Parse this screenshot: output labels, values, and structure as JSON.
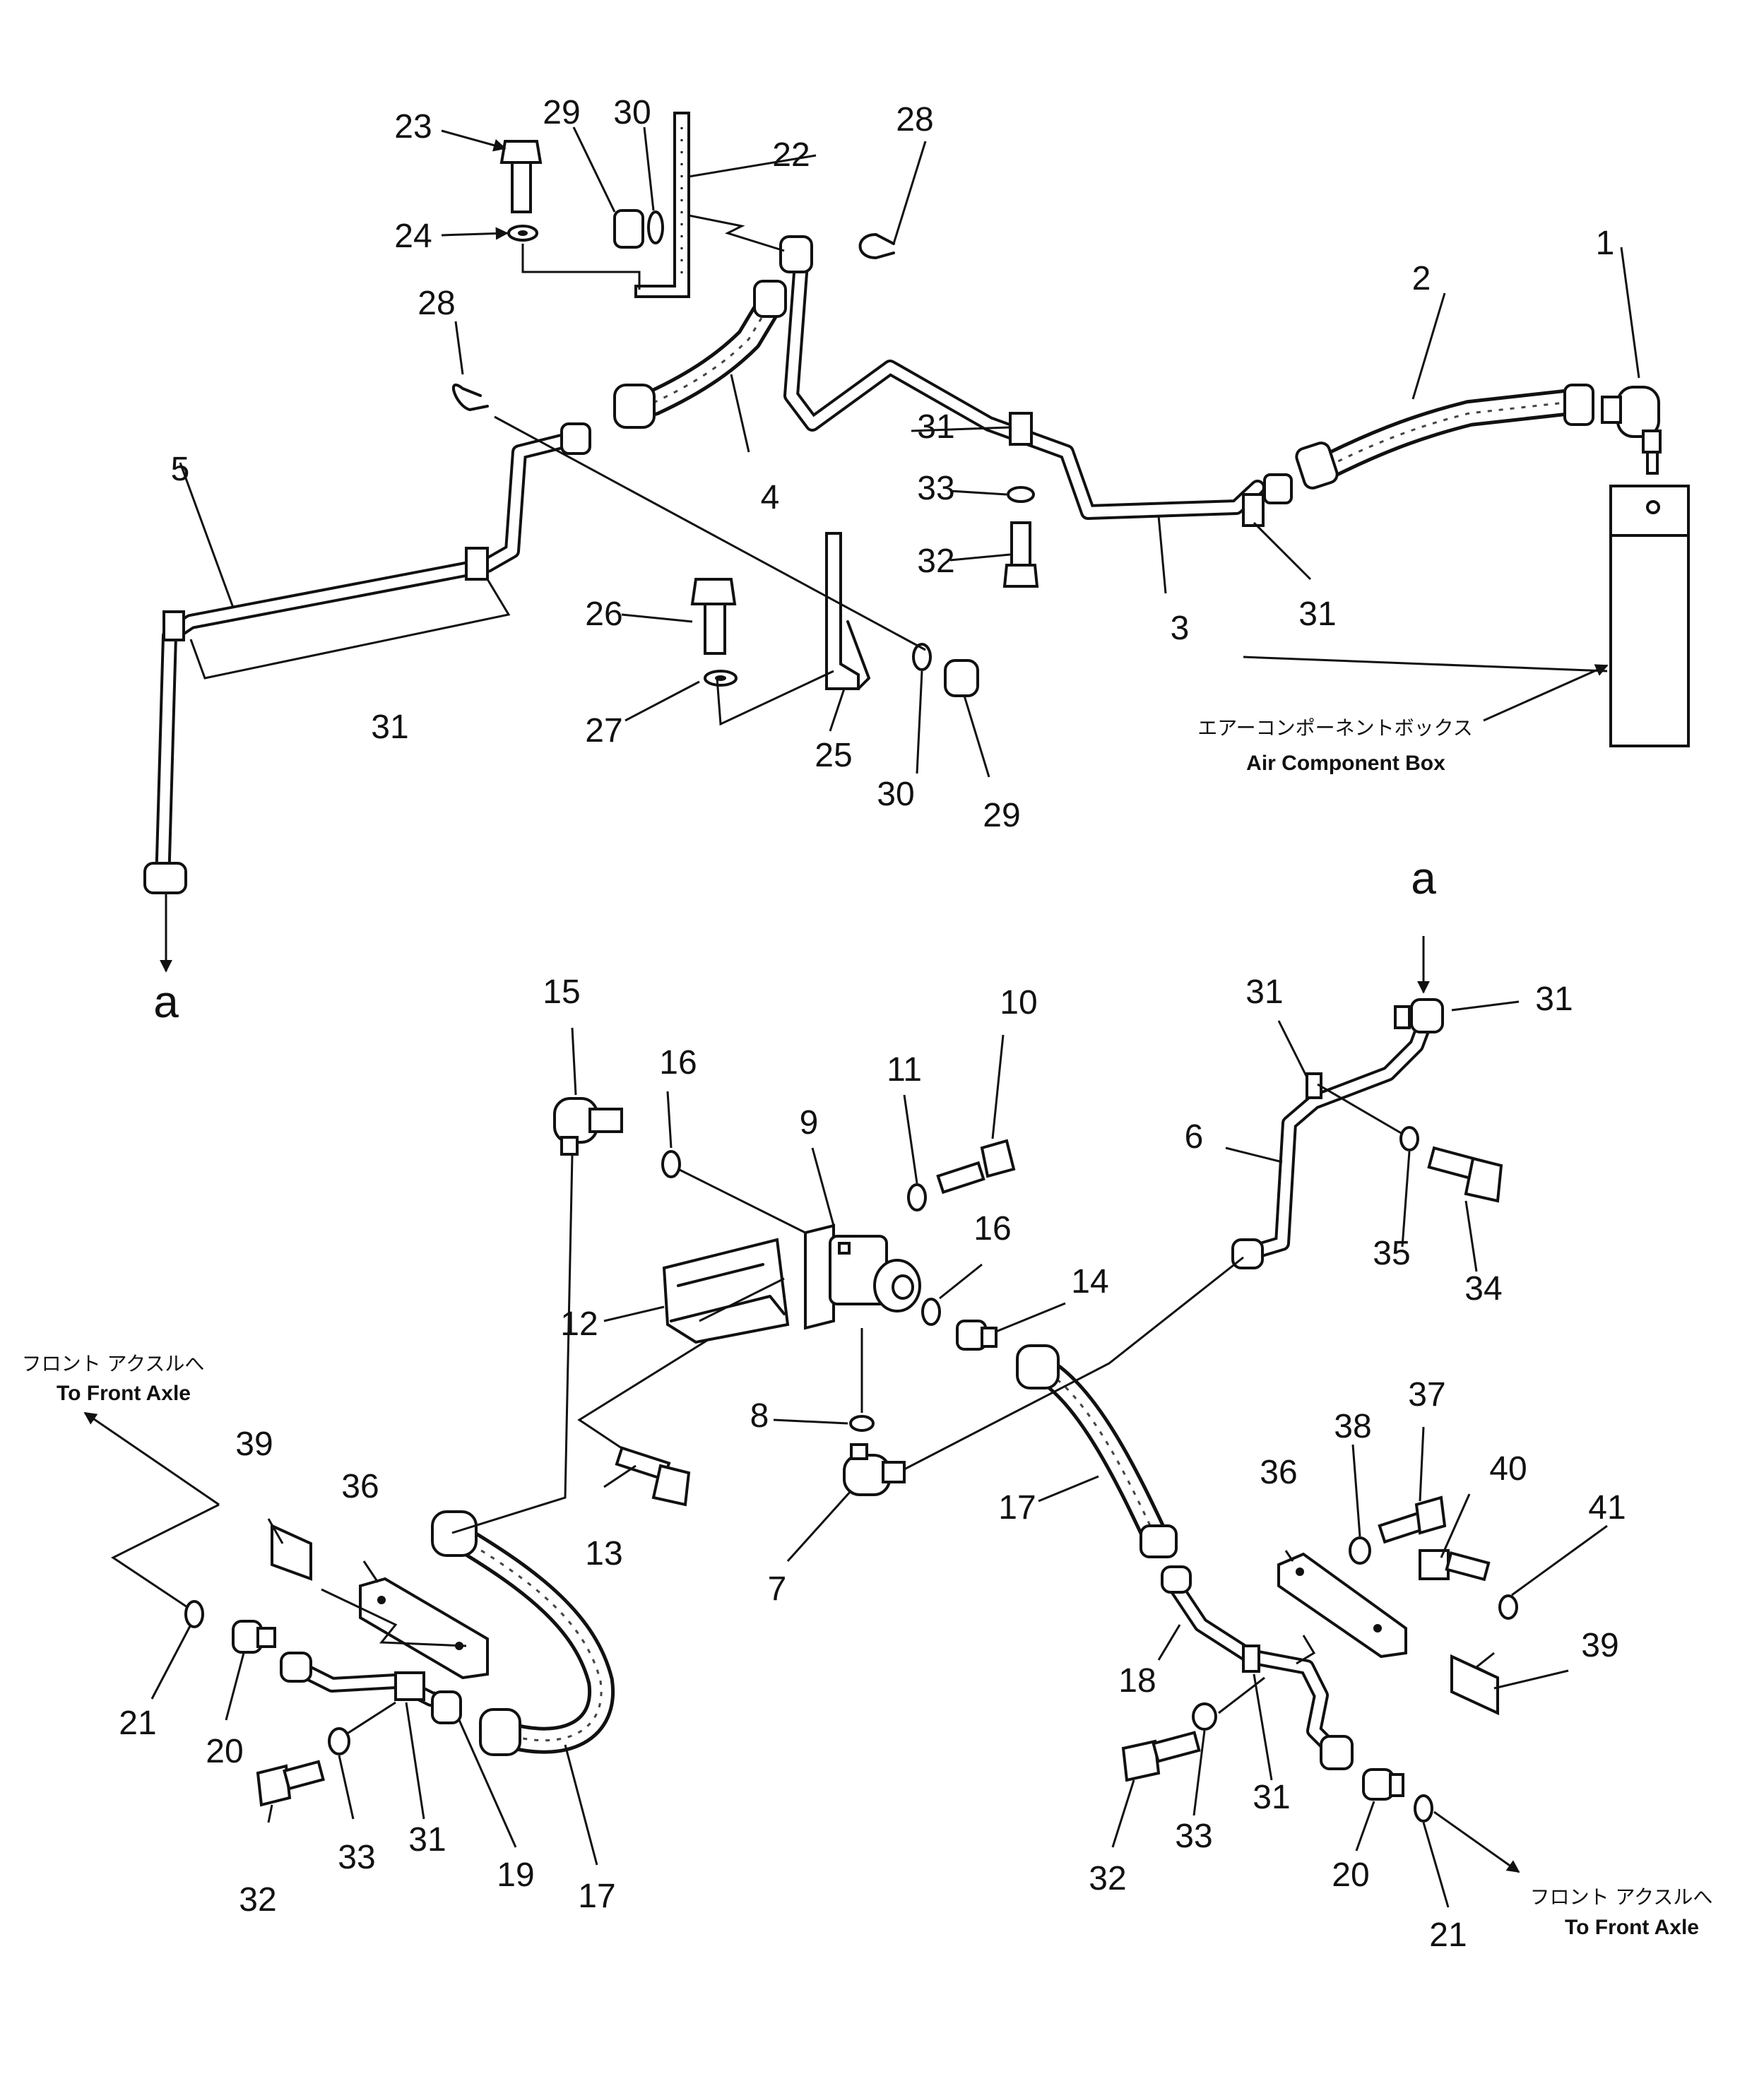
{
  "labels": {
    "p1": "1",
    "p2": "2",
    "p3": "3",
    "p4": "4",
    "p5": "5",
    "p6": "6",
    "p7": "7",
    "p8": "8",
    "p9": "9",
    "p10": "10",
    "p11": "11",
    "p12": "12",
    "p13": "13",
    "p14": "14",
    "p15": "15",
    "p16": "16",
    "p17": "17",
    "p18": "18",
    "p19": "19",
    "p20": "20",
    "p21": "21",
    "p22": "22",
    "p23": "23",
    "p24": "24",
    "p25": "25",
    "p26": "26",
    "p27": "27",
    "p28": "28",
    "p29": "29",
    "p30": "30",
    "p31": "31",
    "p32": "32",
    "p33": "33",
    "p34": "34",
    "p35": "35",
    "p36": "36",
    "p37": "37",
    "p38": "38",
    "p39": "39",
    "p40": "40",
    "p41": "41",
    "conn_a": "a"
  },
  "notes": {
    "air_box_jp": "エアーコンポーネントボックス",
    "air_box_en": "Air Component Box",
    "front_axle_jp": "フロント アクスルへ",
    "front_axle_en": "To Front Axle"
  }
}
